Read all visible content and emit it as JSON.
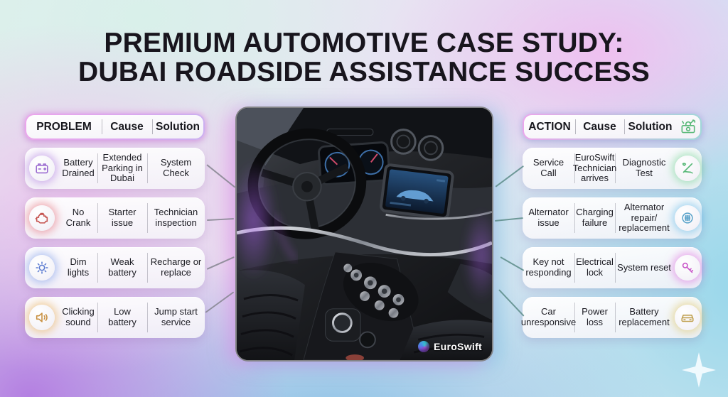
{
  "title": {
    "line1": "PREMIUM AUTOMOTIVE CASE STUDY:",
    "line2": "DUBAI ROADSIDE ASSISTANCE SUCCESS"
  },
  "left_table": {
    "header": {
      "col1": "PROBLEM",
      "col2": "Cause",
      "col3": "Solution"
    },
    "rows": [
      {
        "icon": "battery-icon",
        "problem": "Battery Drained",
        "cause": "Extended Parking in Dubai",
        "solution": "System Check"
      },
      {
        "icon": "engine-icon",
        "problem": "No Crank",
        "cause": "Starter issue",
        "solution": "Technician inspection"
      },
      {
        "icon": "brightness-icon",
        "problem": "Dim lights",
        "cause": "Weak battery",
        "solution": "Recharge or replace"
      },
      {
        "icon": "speaker-icon",
        "problem": "Clicking sound",
        "cause": "Low battery",
        "solution": "Jump start service"
      }
    ]
  },
  "right_table": {
    "header": {
      "col1": "ACTION",
      "col2": "Cause",
      "col3": "Solution",
      "icon": "toolbox-icon"
    },
    "rows": [
      {
        "action": "Service Call",
        "cause": "EuroSwift Technician arrives",
        "solution": "Diagnostic Test",
        "icon": "tools-icon"
      },
      {
        "action": "Alternator issue",
        "cause": "Charging failure",
        "solution": "Alternator repair/ replacement",
        "icon": "alternator-icon"
      },
      {
        "action": "Key not responding",
        "cause": "Electrical lock",
        "solution": "System reset",
        "icon": "key-icon"
      },
      {
        "action": "Car unresponsive",
        "cause": "Power loss",
        "solution": "Battery replacement",
        "icon": "car-icon"
      }
    ]
  },
  "image": {
    "brand": "EuroSwift",
    "description": "luxury car interior with purple ambient lighting"
  },
  "colors": {
    "title_text": "#18151d",
    "icon_battery": "#9a6ad0",
    "icon_engine": "#c4524e",
    "icon_brightness": "#5a7ad0",
    "icon_speaker": "#c89040",
    "icon_tools": "#58b878",
    "icon_alternator": "#55a0c8",
    "icon_key": "#c855c8",
    "icon_car": "#c0a050",
    "background_accents": [
      "#f2b9f0",
      "#b27ae1",
      "#7dbce4",
      "#94d6ea",
      "#d8f0ea"
    ]
  }
}
